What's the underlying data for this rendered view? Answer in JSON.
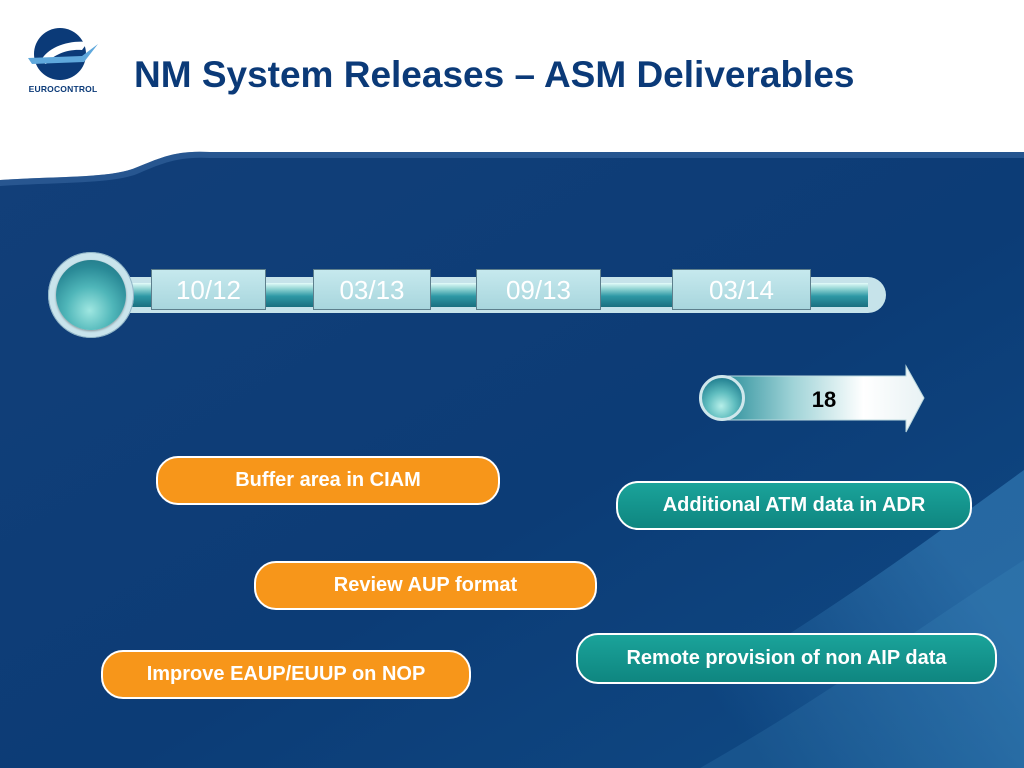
{
  "header": {
    "title": "NM System Releases – ASM Deliverables",
    "logo_text": "EUROCONTROL"
  },
  "timeline": {
    "dates": [
      "10/12",
      "03/13",
      "09/13",
      "03/14"
    ]
  },
  "release": {
    "label": "18"
  },
  "deliverables": {
    "orange": [
      "Buffer area in CIAM",
      "Review AUP format",
      "Improve EAUP/EUUP on NOP"
    ],
    "teal": [
      "Additional ATM data in ADR",
      "Remote provision of non AIP data"
    ]
  },
  "colors": {
    "title": "#0b3a78",
    "background_blue": "#0f3f78",
    "orange_pill": "#f7961a",
    "teal_pill": "#12948d"
  }
}
